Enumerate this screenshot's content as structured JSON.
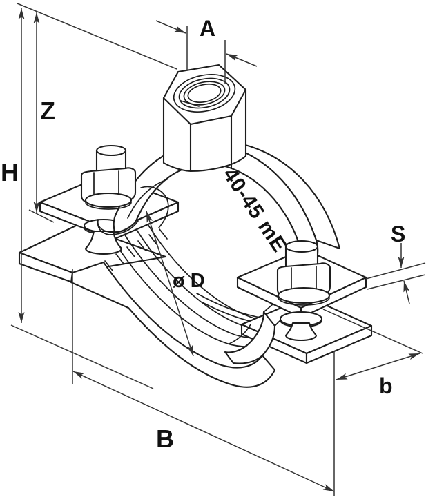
{
  "drawing": {
    "type": "pipe-clamp-technical-drawing",
    "dimension_labels": {
      "connection_width": "A",
      "height_to_base": "Z",
      "total_height": "H",
      "material_thickness": "S",
      "strap_width": "b",
      "overall_width": "B",
      "pipe_diameter": "ø D"
    },
    "band_marking": "40-45 mE",
    "colors": {
      "line": "#1d1d1d",
      "dimension_line": "#333333",
      "background": "#ffffff"
    }
  }
}
